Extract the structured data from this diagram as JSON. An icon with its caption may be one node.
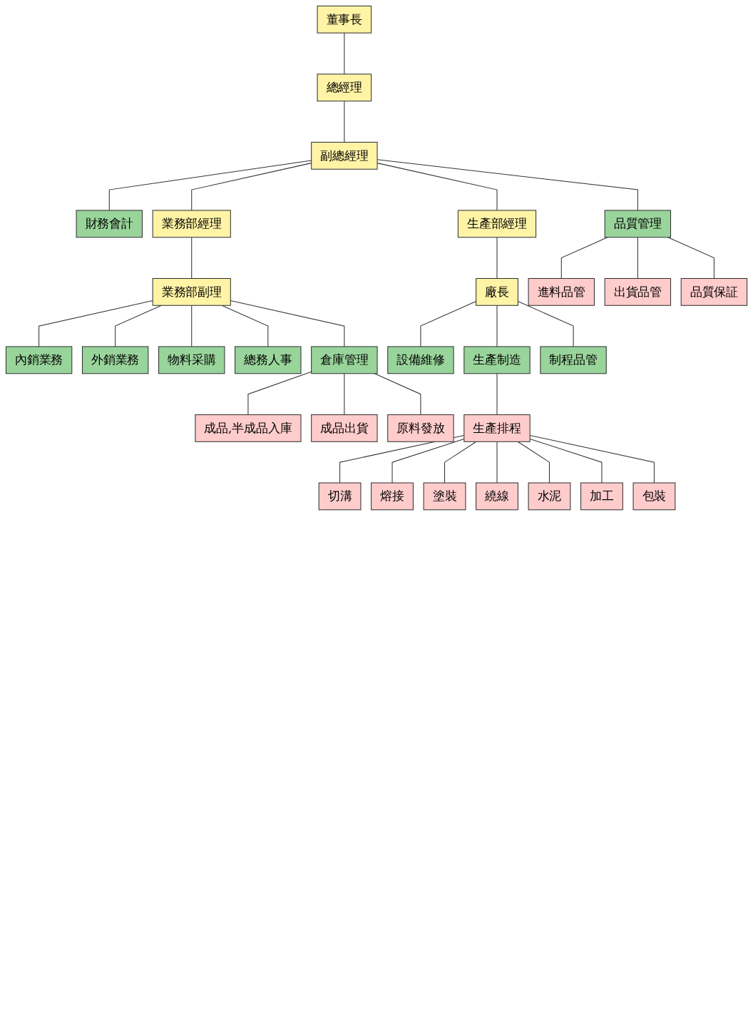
{
  "diagram": {
    "nodes": [
      {
        "text": [
          "董事長"
        ]
      },
      {
        "text": [
          "總經理"
        ]
      },
      {
        "text": [
          "副總經理"
        ]
      },
      {
        "text": [
          "財務會計"
        ]
      },
      {
        "text": [
          "品質管理"
        ]
      },
      {
        "text": [
          "業務部經理"
        ]
      },
      {
        "text": [
          "生產部經理"
        ]
      },
      {
        "text": [
          "業務部副理"
        ]
      },
      {
        "text": [
          "廠長"
        ]
      },
      {
        "text": [
          "內銷業務"
        ]
      },
      {
        "text": [
          "外銷業務"
        ]
      },
      {
        "text": [
          "物料采購"
        ]
      },
      {
        "text": [
          "總務人事"
        ]
      },
      {
        "text": [
          "倉庫管理"
        ]
      },
      {
        "text": [
          "設備維修"
        ]
      },
      {
        "text": [
          "生產制造"
        ]
      },
      {
        "text": [
          "制程品管"
        ]
      },
      {
        "text": [
          "進料品管"
        ]
      },
      {
        "text": [
          "出貨品管"
        ]
      },
      {
        "text": [
          "品質保証"
        ]
      },
      {
        "text": [
          "成品,半成品入庫"
        ]
      },
      {
        "text": [
          "成品出貨"
        ]
      },
      {
        "text": [
          "原料發放"
        ]
      },
      {
        "text": [
          "生產排程"
        ]
      },
      {
        "text": [
          "切溝"
        ]
      },
      {
        "text": [
          "熔接"
        ]
      },
      {
        "text": [
          "塗裝"
        ]
      },
      {
        "text": [
          "繞線"
        ]
      },
      {
        "text": [
          "水泥"
        ]
      },
      {
        "text": [
          "加工"
        ]
      },
      {
        "text": [
          "包裝"
        ]
      }
    ],
    "edges": [
      {
        "from": 0,
        "to": 1,
        "arrow": "none"
      },
      {
        "from": 1,
        "to": 2,
        "arrow": "none"
      },
      {
        "from": 2,
        "to": 3,
        "arrow": "none"
      },
      {
        "from": 2,
        "to": 4,
        "arrow": "none"
      },
      {
        "from": 2,
        "to": 5,
        "arrow": "none"
      },
      {
        "from": 2,
        "to": 6,
        "arrow": "none"
      },
      {
        "from": 5,
        "to": 7,
        "arrow": "none"
      },
      {
        "from": 6,
        "to": 8,
        "arrow": "none"
      },
      {
        "from": 7,
        "to": 9,
        "arrow": "none"
      },
      {
        "from": 7,
        "to": 10,
        "arrow": "none"
      },
      {
        "from": 7,
        "to": 11,
        "arrow": "none"
      },
      {
        "from": 7,
        "to": 12,
        "arrow": "none"
      },
      {
        "from": 7,
        "to": 13,
        "arrow": "none"
      },
      {
        "from": 8,
        "to": 14,
        "arrow": "none"
      },
      {
        "from": 8,
        "to": 15,
        "arrow": "none"
      },
      {
        "from": 8,
        "to": 16,
        "arrow": "none"
      },
      {
        "from": 4,
        "to": 17,
        "arrow": "none"
      },
      {
        "from": 4,
        "to": 18,
        "arrow": "none"
      },
      {
        "from": 4,
        "to": 19,
        "arrow": "none"
      },
      {
        "from": 13,
        "to": 20,
        "arrow": "none"
      },
      {
        "from": 13,
        "to": 21,
        "arrow": "none"
      },
      {
        "from": 13,
        "to": 22,
        "arrow": "none"
      },
      {
        "from": 15,
        "to": 23,
        "arrow": "none"
      },
      {
        "from": 23,
        "to": 24,
        "arrow": "none"
      },
      {
        "from": 23,
        "to": 25,
        "arrow": "none"
      },
      {
        "from": 23,
        "to": 26,
        "arrow": "none"
      },
      {
        "from": 23,
        "to": 27,
        "arrow": "none"
      },
      {
        "from": 23,
        "to": 28,
        "arrow": "none"
      },
      {
        "from": 23,
        "to": 29,
        "arrow": "none"
      },
      {
        "from": 23,
        "to": 30,
        "arrow": "none"
      }
    ]
  }
}
